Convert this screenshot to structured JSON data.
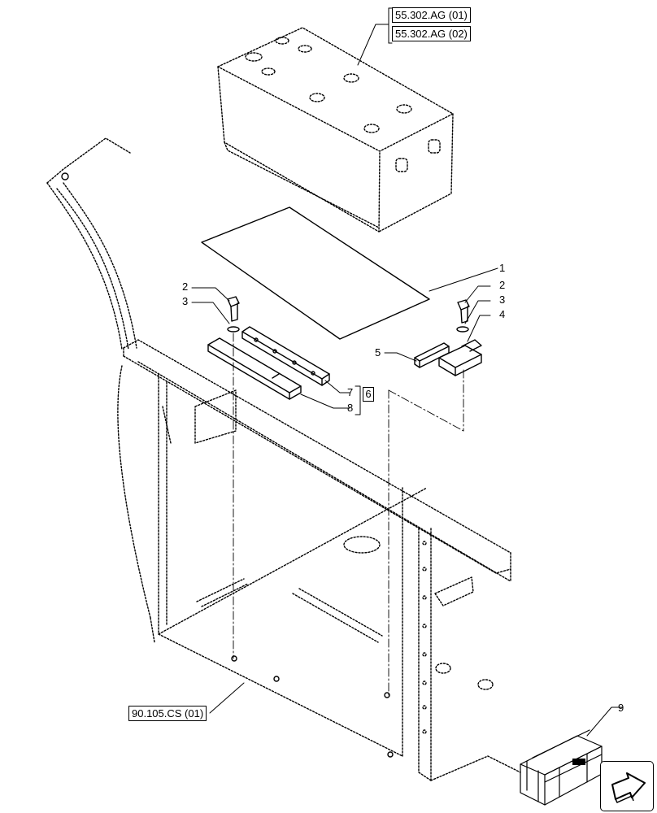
{
  "refs": {
    "ag01": "55.302.AG (01)",
    "ag02": "55.302.AG (02)",
    "cs01": "90.105.CS (01)"
  },
  "callouts": {
    "n1": "1",
    "n2a": "2",
    "n3a": "3",
    "n2b": "2",
    "n3b": "3",
    "n4": "4",
    "n5": "5",
    "n6": "6",
    "n7": "7",
    "n8": "8",
    "n9": "9"
  },
  "icons": {
    "nav": "next-page-arrow-icon",
    "kit": "crate-icon"
  }
}
